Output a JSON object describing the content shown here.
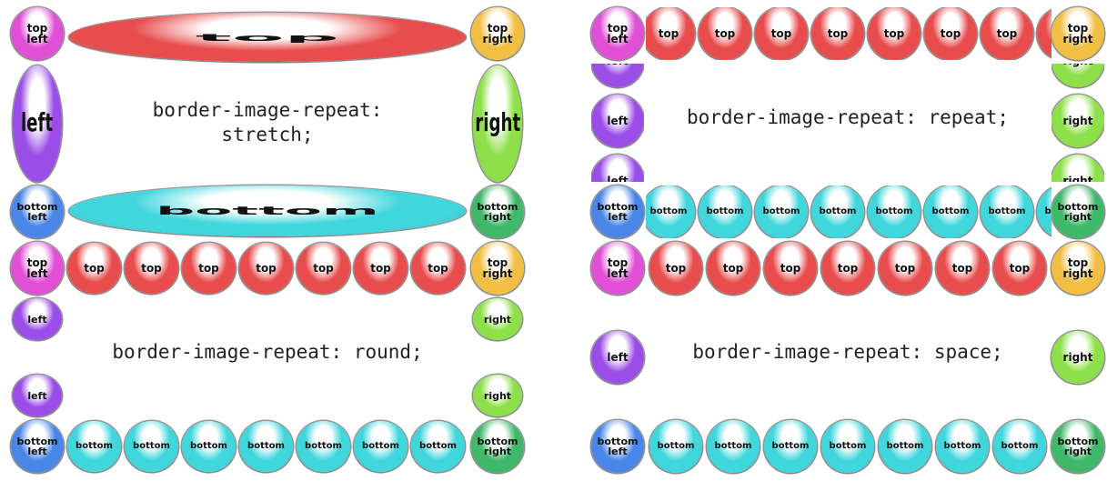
{
  "colors": {
    "corner_top_left": "#e04fd6",
    "corner_top_right": "#f2bf45",
    "corner_bottom_left": "#4a86e8",
    "corner_bottom_right": "#3fb86a",
    "top": "#e84c4c",
    "left": "#9b4de8",
    "right": "#8ee04a",
    "bottom": "#3fd6dc"
  },
  "orb_text": {
    "top_left": "top\nleft",
    "top_right": "top\nright",
    "bottom_left": "bottom\nleft",
    "bottom_right": "bottom\nright",
    "top": "top",
    "left": "left",
    "right": "right",
    "bottom": "bottom"
  },
  "panels": [
    {
      "key": "stretch",
      "label": "border-image-repeat:\nstretch;"
    },
    {
      "key": "repeat",
      "label": "border-image-repeat: repeat;"
    },
    {
      "key": "round",
      "label": "border-image-repeat: round;"
    },
    {
      "key": "space",
      "label": "border-image-repeat: space;"
    }
  ]
}
